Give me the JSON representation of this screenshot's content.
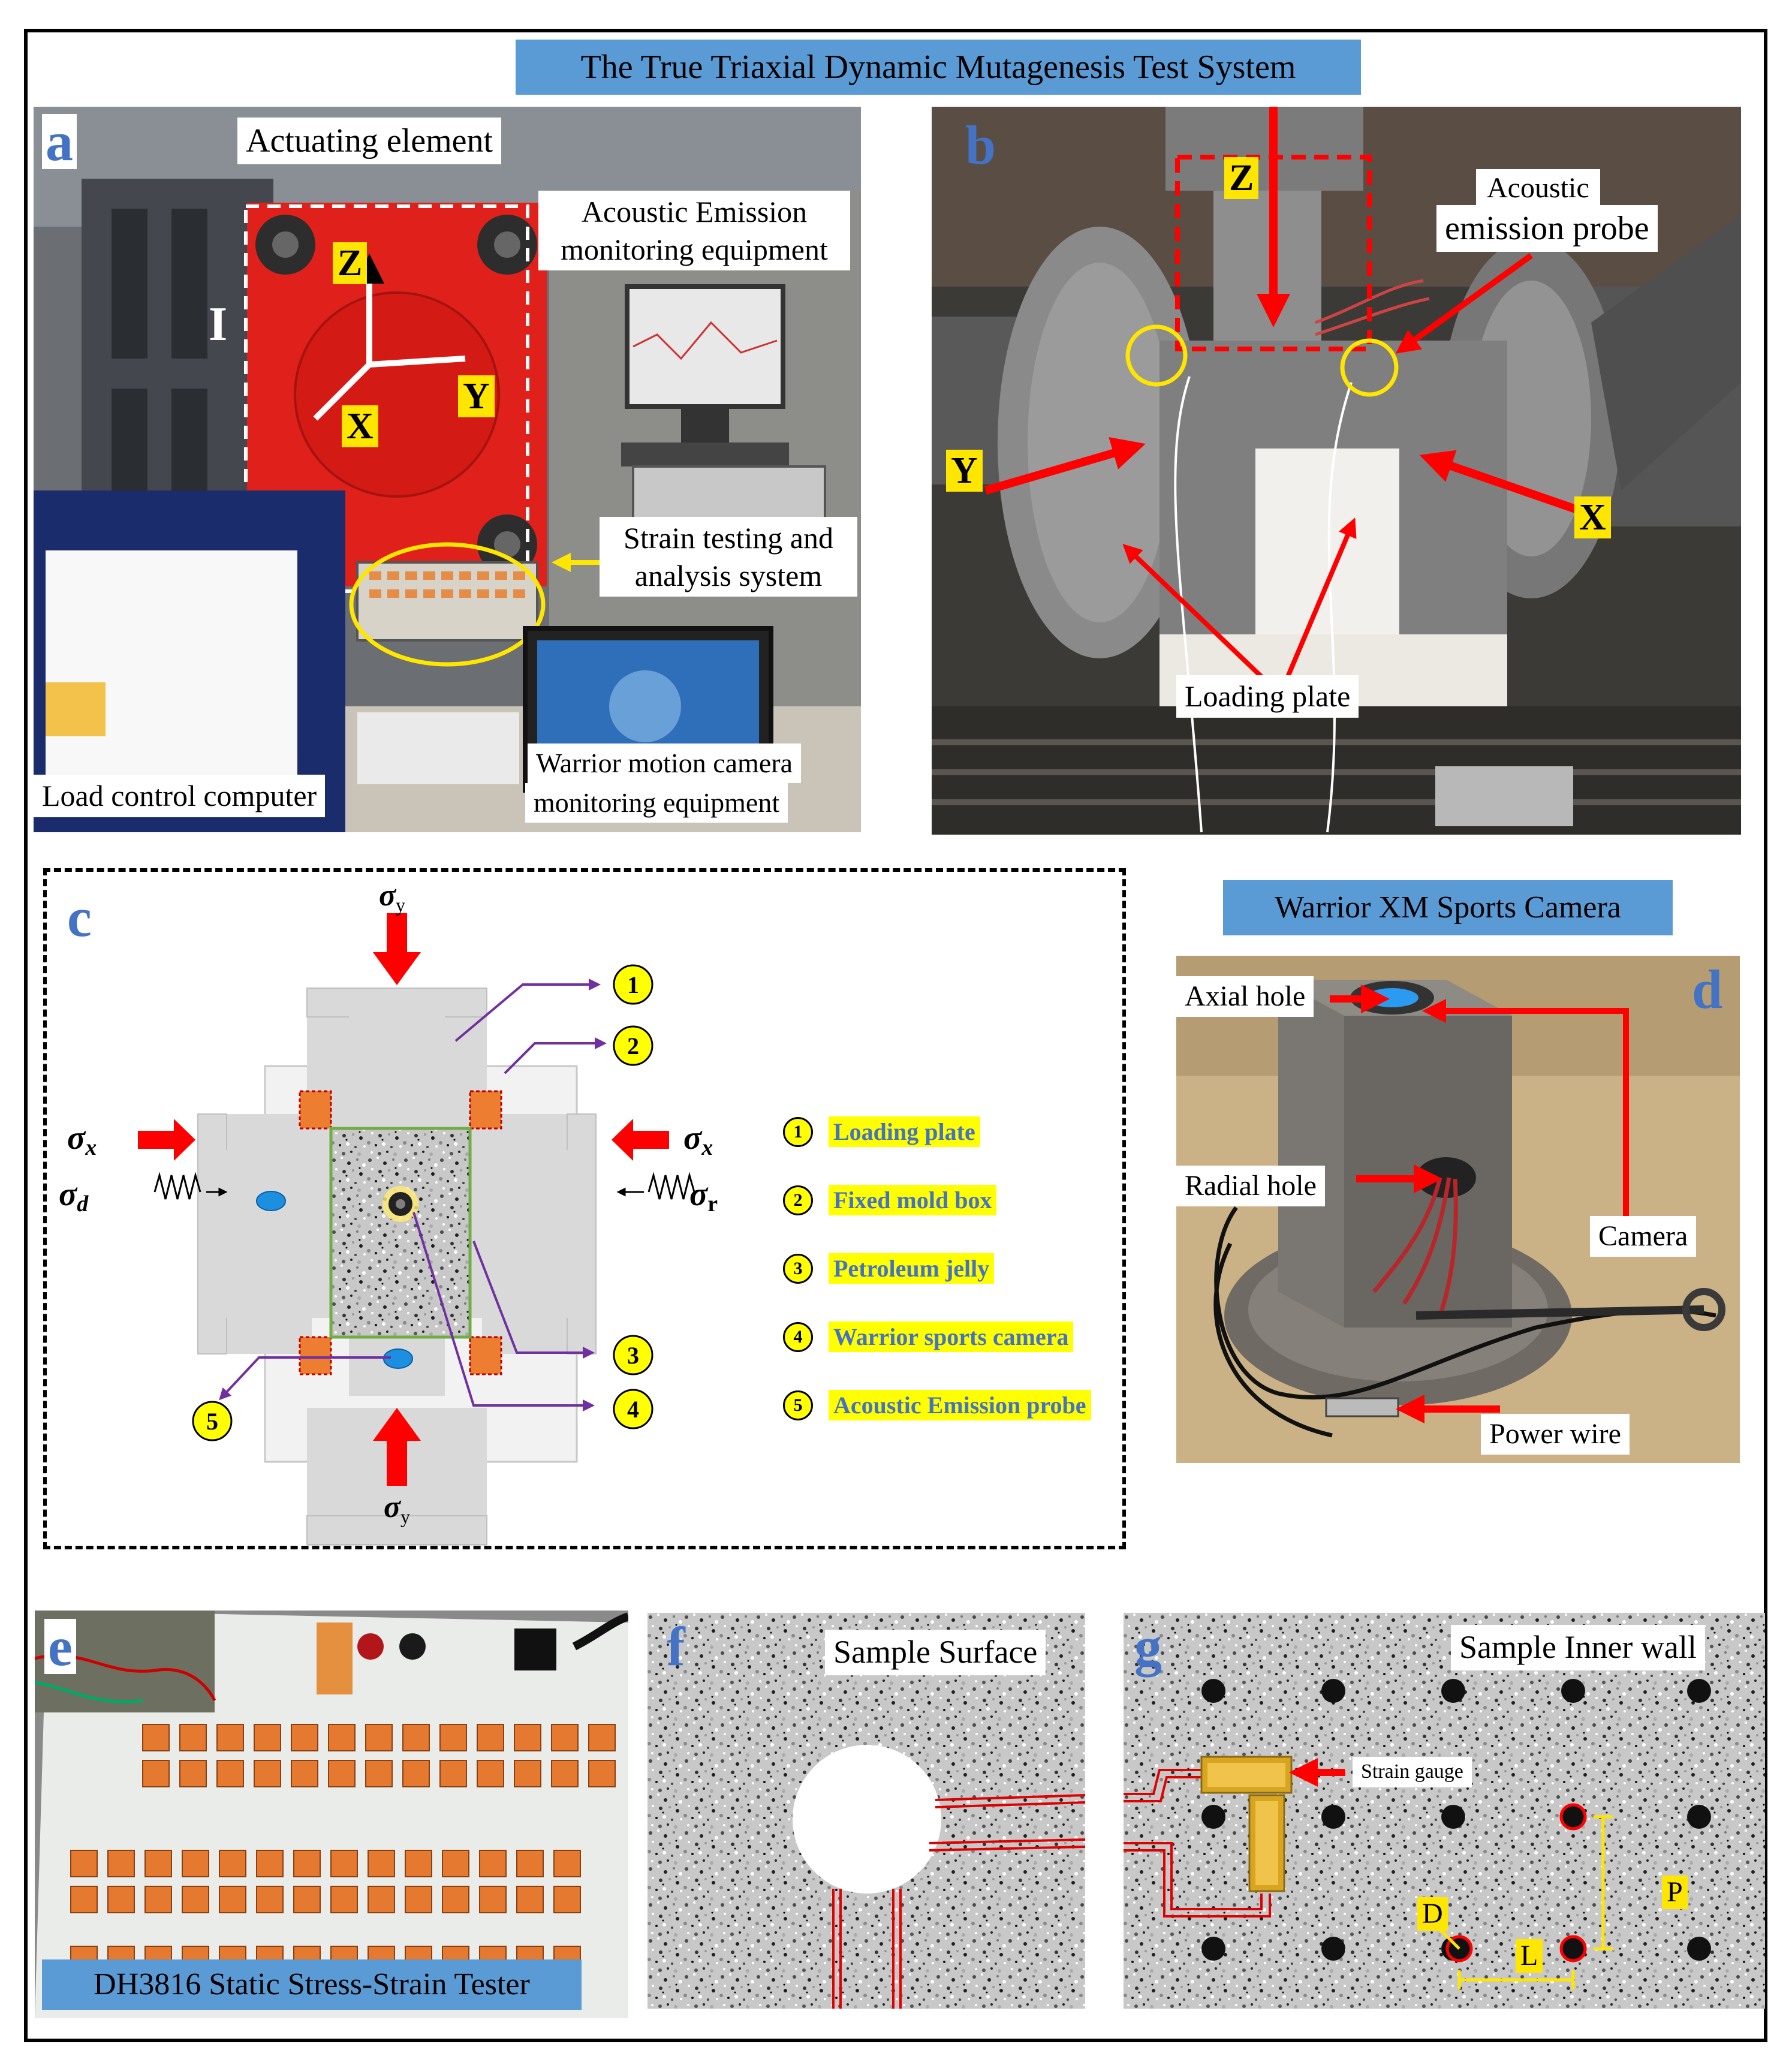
{
  "title": "The True Triaxial Dynamic Mutagenesis Test System",
  "panel_a": {
    "letter": "a",
    "actuating_element": "Actuating element",
    "acoustic_monitoring": "Acoustic Emission monitoring equipment",
    "strain_system": "Strain testing and analysis system",
    "load_computer": "Load control computer",
    "motion_camera": "Warrior motion camera",
    "camera_monitoring": "monitoring equipment",
    "roman": "I",
    "axis_z": "Z",
    "axis_x": "X",
    "axis_y": "Y"
  },
  "panel_b": {
    "letter": "b",
    "acoustic_line1": "Acoustic",
    "acoustic_line2": "emission probe",
    "loading_plate": "Loading plate",
    "axis_z": "Z",
    "axis_x": "X",
    "axis_y": "Y"
  },
  "panel_c": {
    "letter": "c",
    "sigma_y": "σ",
    "sigma_y_sub": "y",
    "sigma_x": "σ",
    "sigma_x_sub": "x",
    "sigma_d": "σ",
    "sigma_d_sub": "d",
    "sigma_r": "σ",
    "sigma_r_sub": "r",
    "callouts": [
      "1",
      "2",
      "3",
      "4",
      "5"
    ],
    "legend": [
      {
        "num": "1",
        "label": "Loading plate"
      },
      {
        "num": "2",
        "label": "Fixed mold box"
      },
      {
        "num": "3",
        "label": "Petroleum jelly"
      },
      {
        "num": "4",
        "label": "Warrior sports camera"
      },
      {
        "num": "5",
        "label": "Acoustic Emission probe"
      }
    ]
  },
  "panel_d": {
    "letter": "d",
    "title": "Warrior XM Sports Camera",
    "axial_hole": "Axial hole",
    "radial_hole": "Radial hole",
    "camera": "Camera",
    "power_wire": "Power wire"
  },
  "panel_e": {
    "letter": "e",
    "caption": "DH3816 Static Stress-Strain Tester"
  },
  "panel_f": {
    "letter": "f",
    "label": "Sample Surface"
  },
  "panel_g": {
    "letter": "g",
    "label": "Sample Inner wall",
    "strain_gauge": "Strain gauge",
    "dim_d": "D",
    "dim_l": "L",
    "dim_p": "P"
  },
  "colors": {
    "accent_blue": "#5b9bd5",
    "letter_blue": "#4472c4",
    "arrow_red": "#ff0000",
    "highlight_yellow": "#ffff00",
    "callout_purple": "#7030a0",
    "specimen_green": "#70ad47",
    "plate_gray": "#d9d9d9",
    "pad_orange": "#ed7d31"
  },
  "icons": [
    "arrow-icon",
    "wave-icon",
    "camera-icon",
    "acoustic-probe-icon",
    "strain-gauge-icon"
  ]
}
